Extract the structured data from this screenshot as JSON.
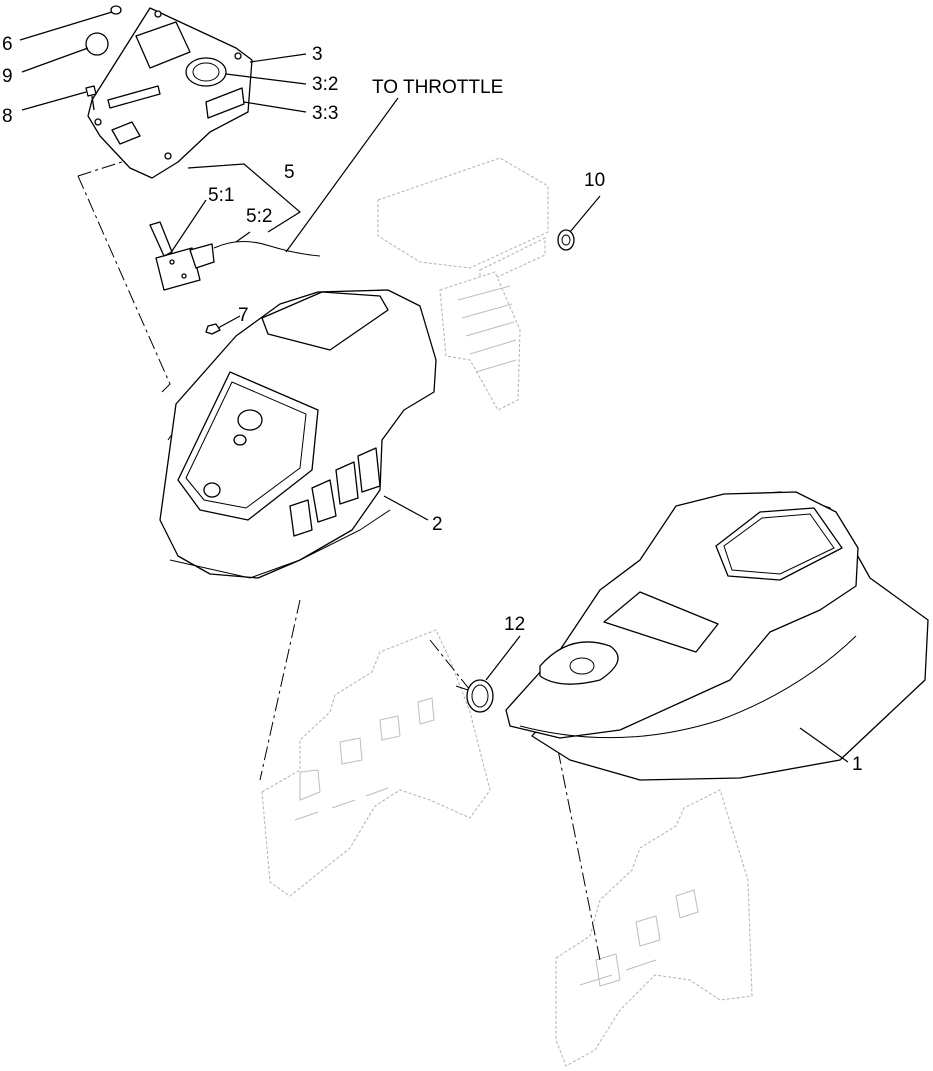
{
  "callouts": {
    "c6": "6",
    "c9": "9",
    "c8": "8",
    "c3": "3",
    "c3_2": "3:2",
    "c3_3": "3:3",
    "to_throttle": "TO THROTTLE",
    "c5": "5",
    "c5_1": "5:1",
    "c5_2": "5:2",
    "c7": "7",
    "c10": "10",
    "c2": "2",
    "c12": "12",
    "c1": "1"
  }
}
